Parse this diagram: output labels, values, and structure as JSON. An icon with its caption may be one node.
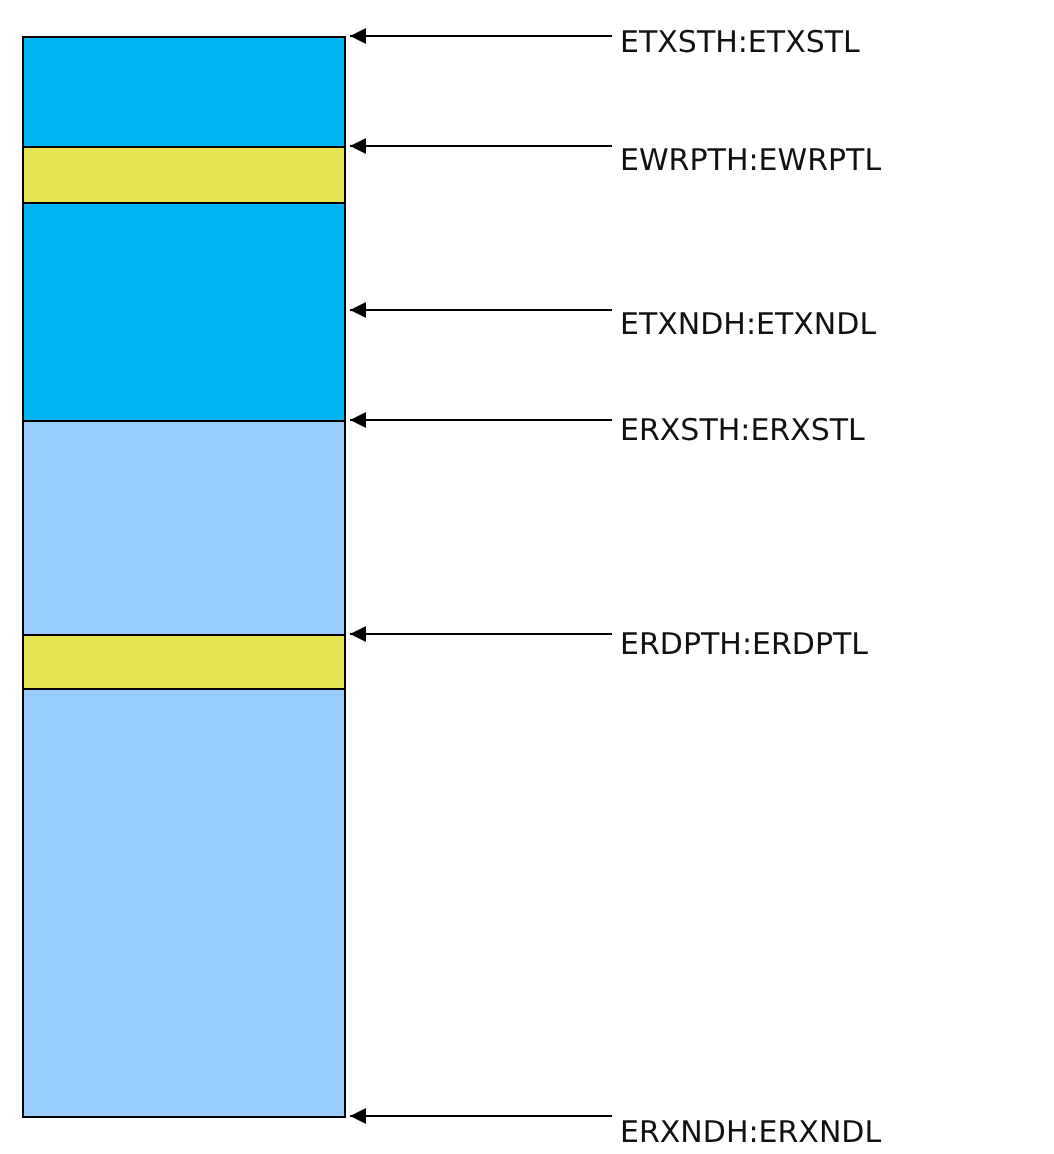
{
  "diagram": {
    "nodes": [
      {
        "text": [],
        "shape": "bar"
      },
      {
        "text": [],
        "shape": "bar"
      },
      {
        "text": [],
        "shape": "bar"
      },
      {
        "text": [],
        "shape": "bar"
      },
      {
        "text": [],
        "shape": "bar"
      },
      {
        "text": [],
        "shape": "bar"
      },
      {
        "text": [
          "ETXSTH:ETXSTL"
        ]
      },
      {
        "text": [
          "EWRPTH:EWRPTL"
        ]
      },
      {
        "text": [
          "ETXNDH:ETXNDL"
        ]
      },
      {
        "text": [
          "ERXSTH:ERXSTL"
        ]
      },
      {
        "text": [
          "ERDPTH:ERDPTL"
        ]
      },
      {
        "text": [
          "ERXNDH:ERXNDL"
        ]
      }
    ],
    "edges": [
      {
        "from": 6,
        "to": 0,
        "arrow": "to"
      },
      {
        "from": 7,
        "to": 1,
        "arrow": "to"
      },
      {
        "from": 8,
        "to": 2,
        "arrow": "to"
      },
      {
        "from": 9,
        "to": 3,
        "arrow": "to"
      },
      {
        "from": 10,
        "to": 4,
        "arrow": "to"
      },
      {
        "from": 11,
        "to": 5,
        "arrow": "to"
      }
    ]
  }
}
